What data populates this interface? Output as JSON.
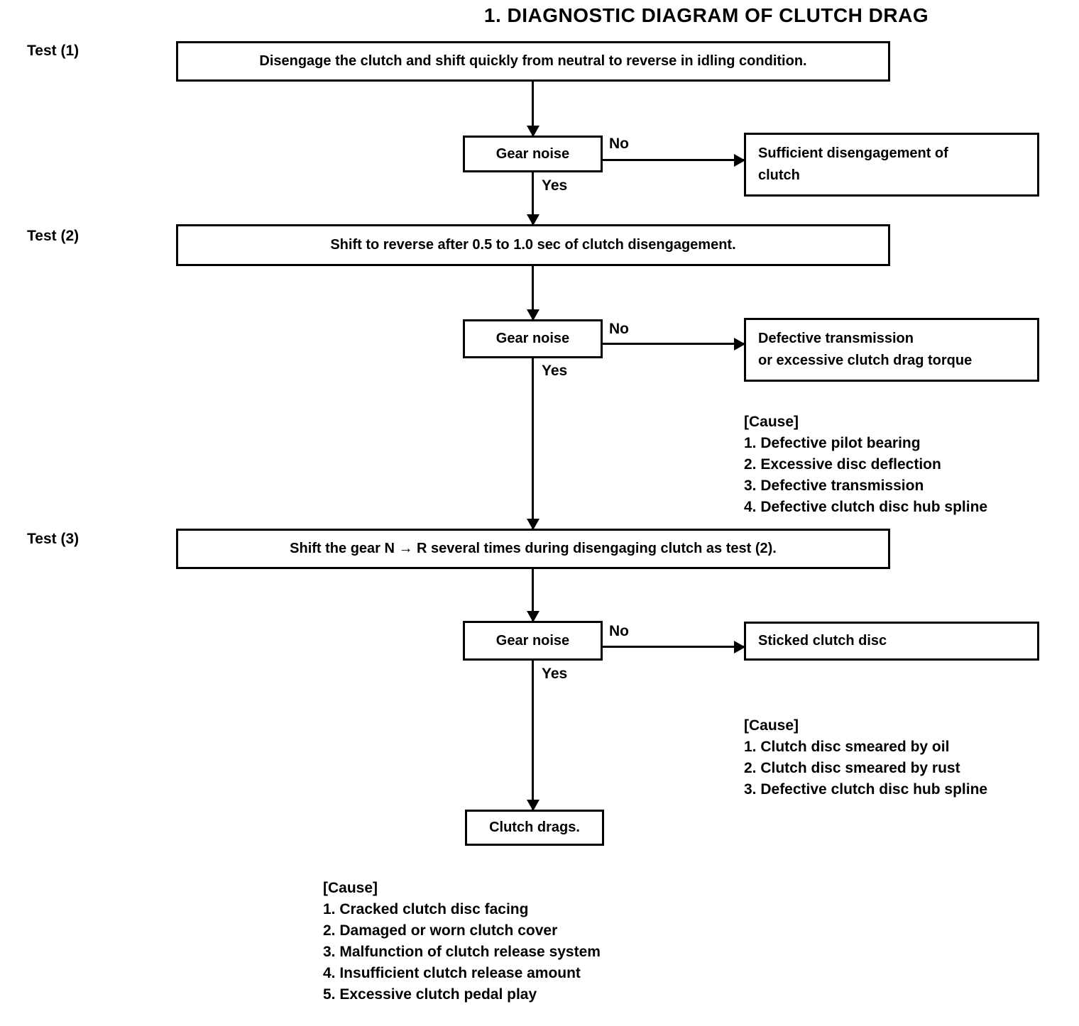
{
  "title": "1. DIAGNOSTIC DIAGRAM OF CLUTCH DRAG",
  "colors": {
    "ink": "#000000",
    "paper": "#ffffff"
  },
  "tests": [
    {
      "label": "Test (1)",
      "instruction": "Disengage the clutch and shift quickly from neutral to reverse in idling condition."
    },
    {
      "label": "Test (2)",
      "instruction": "Shift to reverse after 0.5 to 1.0 sec of clutch disengagement."
    },
    {
      "label": "Test (3)",
      "instruction": "Shift the gear N → R several times during disengaging clutch as test (2)."
    }
  ],
  "decisions": [
    {
      "question": "Gear noise",
      "no_label": "No",
      "yes_label": "Yes",
      "result_lines": [
        "Sufficient disengagement of",
        "clutch"
      ]
    },
    {
      "question": "Gear noise",
      "no_label": "No",
      "yes_label": "Yes",
      "result_lines": [
        "Defective transmission",
        "or excessive clutch drag torque"
      ]
    },
    {
      "question": "Gear noise",
      "no_label": "No",
      "yes_label": "Yes",
      "result_lines": [
        "Sticked clutch disc"
      ]
    }
  ],
  "causes": [
    {
      "header": "[Cause]",
      "items": [
        "1. Defective pilot bearing",
        "2. Excessive disc deflection",
        "3. Defective transmission",
        "4. Defective clutch disc hub spline"
      ]
    },
    {
      "header": "[Cause]",
      "items": [
        "1. Clutch disc smeared by oil",
        "2. Clutch disc smeared by rust",
        "3. Defective clutch disc hub spline"
      ]
    },
    {
      "header": "[Cause]",
      "items": [
        "1. Cracked clutch disc facing",
        "2. Damaged or worn clutch cover",
        "3. Malfunction of clutch release system",
        "4. Insufficient clutch release amount",
        "5. Excessive clutch pedal play"
      ]
    }
  ],
  "final_box": "Clutch drags."
}
